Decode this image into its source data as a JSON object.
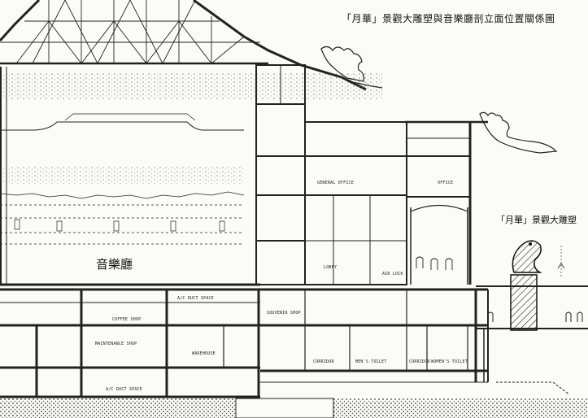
{
  "title": "「月華」景觀大雕塑與音樂廳剖立面位置關係圖",
  "hall_label": "音樂廳",
  "sculpture_label": "「月華」景觀大雕塑",
  "room_labels": {
    "general_office": "GENERAL OFFICE",
    "office": "OFFICE",
    "lobby": "LOBBY",
    "air_lock": "AIR LOCK",
    "ac_duct_space_upper": "A/C DUCT SPACE",
    "souvenir_shop": "SOUVENIR SHOP",
    "coffee_shop": "COFFEE SHOP",
    "maintenance_shop": "MAINTENANCE SHOP",
    "warehouse": "WAREHOUSE",
    "corridor_1": "CORRIDOR",
    "mens_toilet": "MEN'S TOILET",
    "corridor_2": "CORRIDOR",
    "womens_toilet": "WOMEN'S TOILET",
    "ac_duct_space_lower": "A/C DUCT SPACE"
  }
}
